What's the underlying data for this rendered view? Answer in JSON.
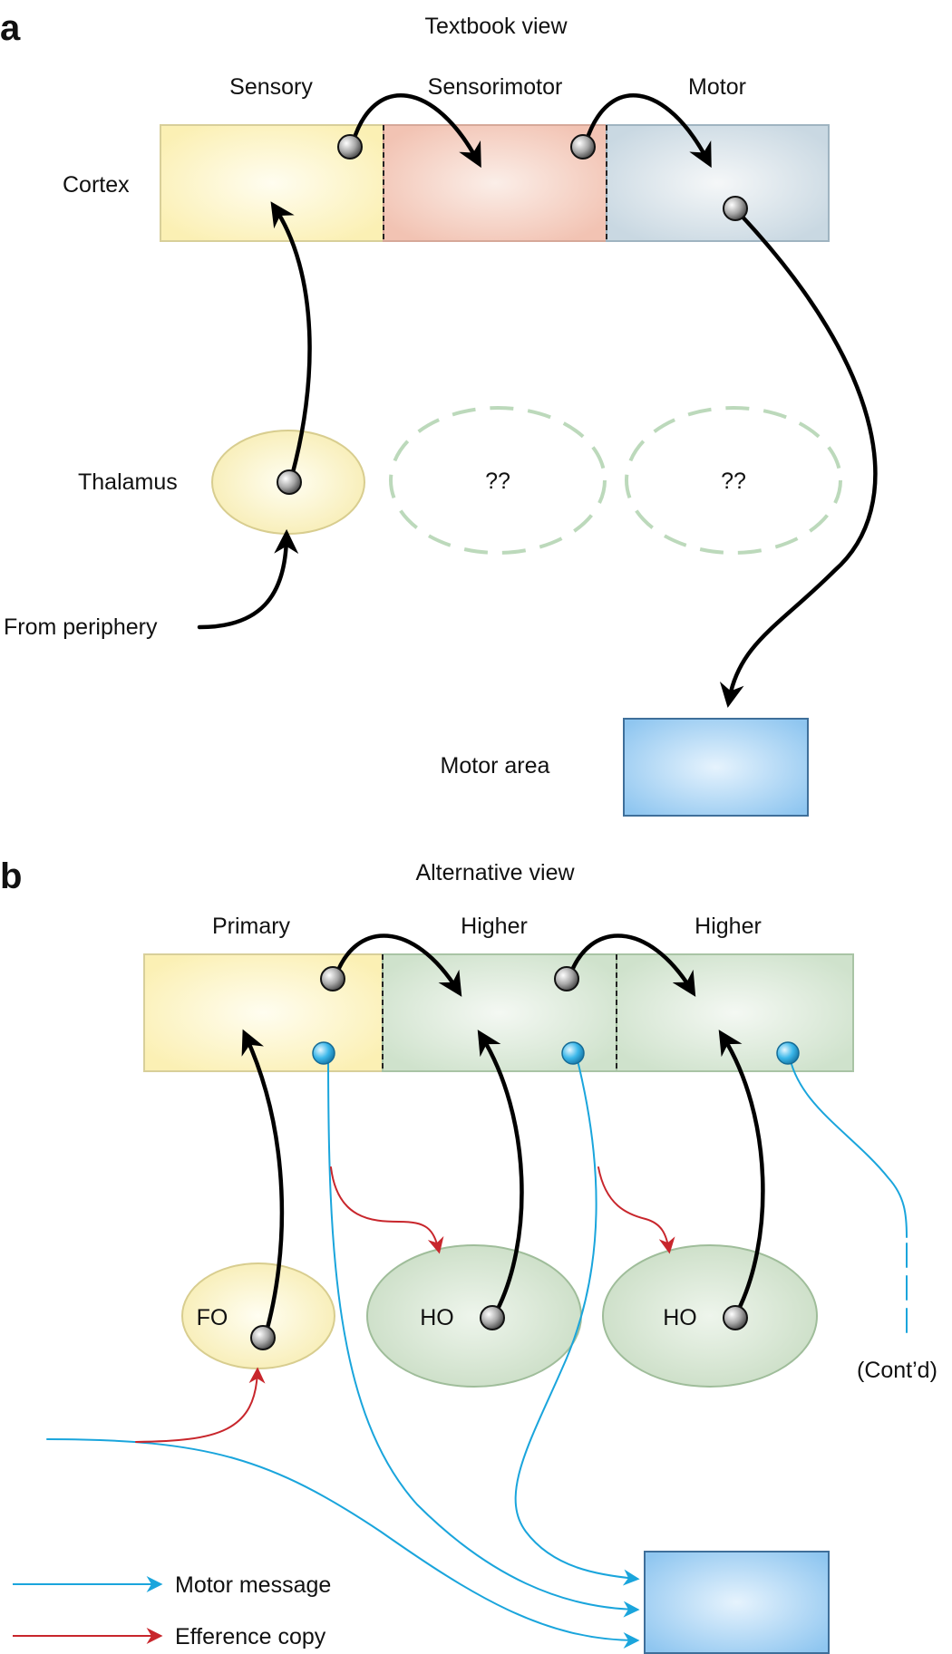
{
  "panel_a": {
    "letter": "a",
    "title": "Textbook view",
    "column_labels": [
      "Sensory",
      "Sensorimotor",
      "Motor"
    ],
    "cortex_label": "Cortex",
    "thalamus_label": "Thalamus",
    "unknown_nuclei": [
      "??",
      "??"
    ],
    "periphery_label": "From periphery",
    "motor_area_label": "Motor area"
  },
  "panel_b": {
    "letter": "b",
    "title": "Alternative view",
    "column_labels": [
      "Primary",
      "Higher",
      "Higher"
    ],
    "nuclei_labels": [
      "FO",
      "HO",
      "HO"
    ],
    "continued_label": "(Cont’d)"
  },
  "legend": {
    "motor_message": "Motor message",
    "efference_copy": "Efference copy"
  },
  "colors": {
    "sensory": "#fdf6cf",
    "sensorimotor": "#f6d3c6",
    "motor": "#dfe7ec",
    "higher": "#dceadb",
    "motor_area": "#a9d4f5",
    "motor_message": "#1aa5dc",
    "efference_copy": "#c8262c",
    "pathway": "#000000"
  }
}
